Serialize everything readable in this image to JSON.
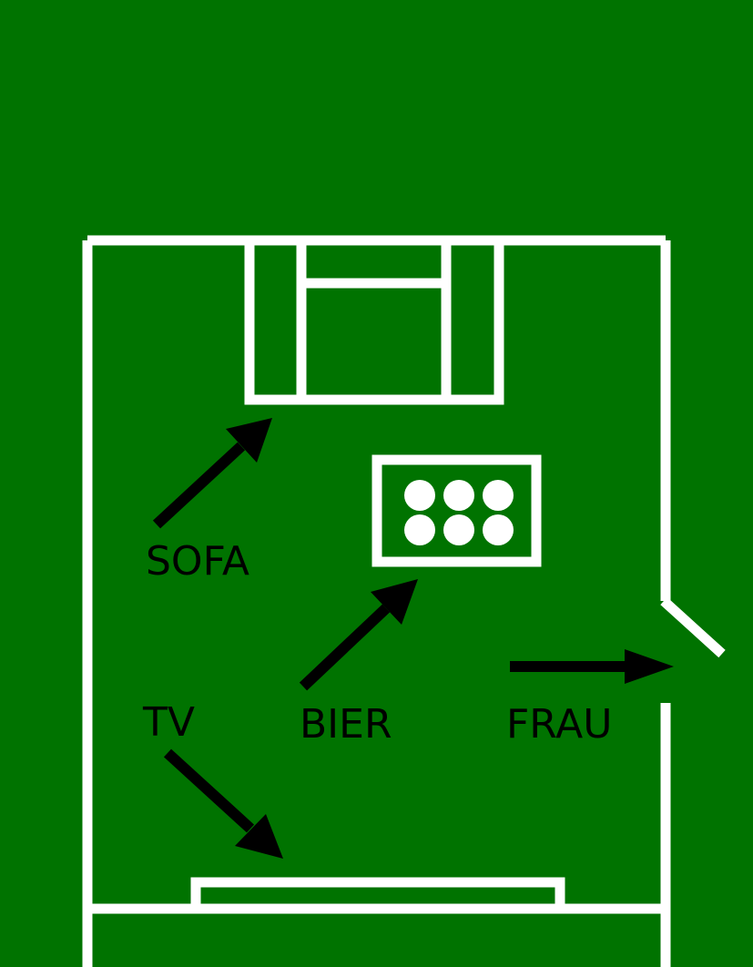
{
  "colors": {
    "background": "#007300",
    "lines": "#ffffff",
    "arrows_and_text": "#000000"
  },
  "labels": {
    "sofa": "SOFA",
    "bier": "BIER",
    "tv": "TV",
    "frau": "FRAU"
  },
  "beer_crate": {
    "bottle_count": 6
  }
}
